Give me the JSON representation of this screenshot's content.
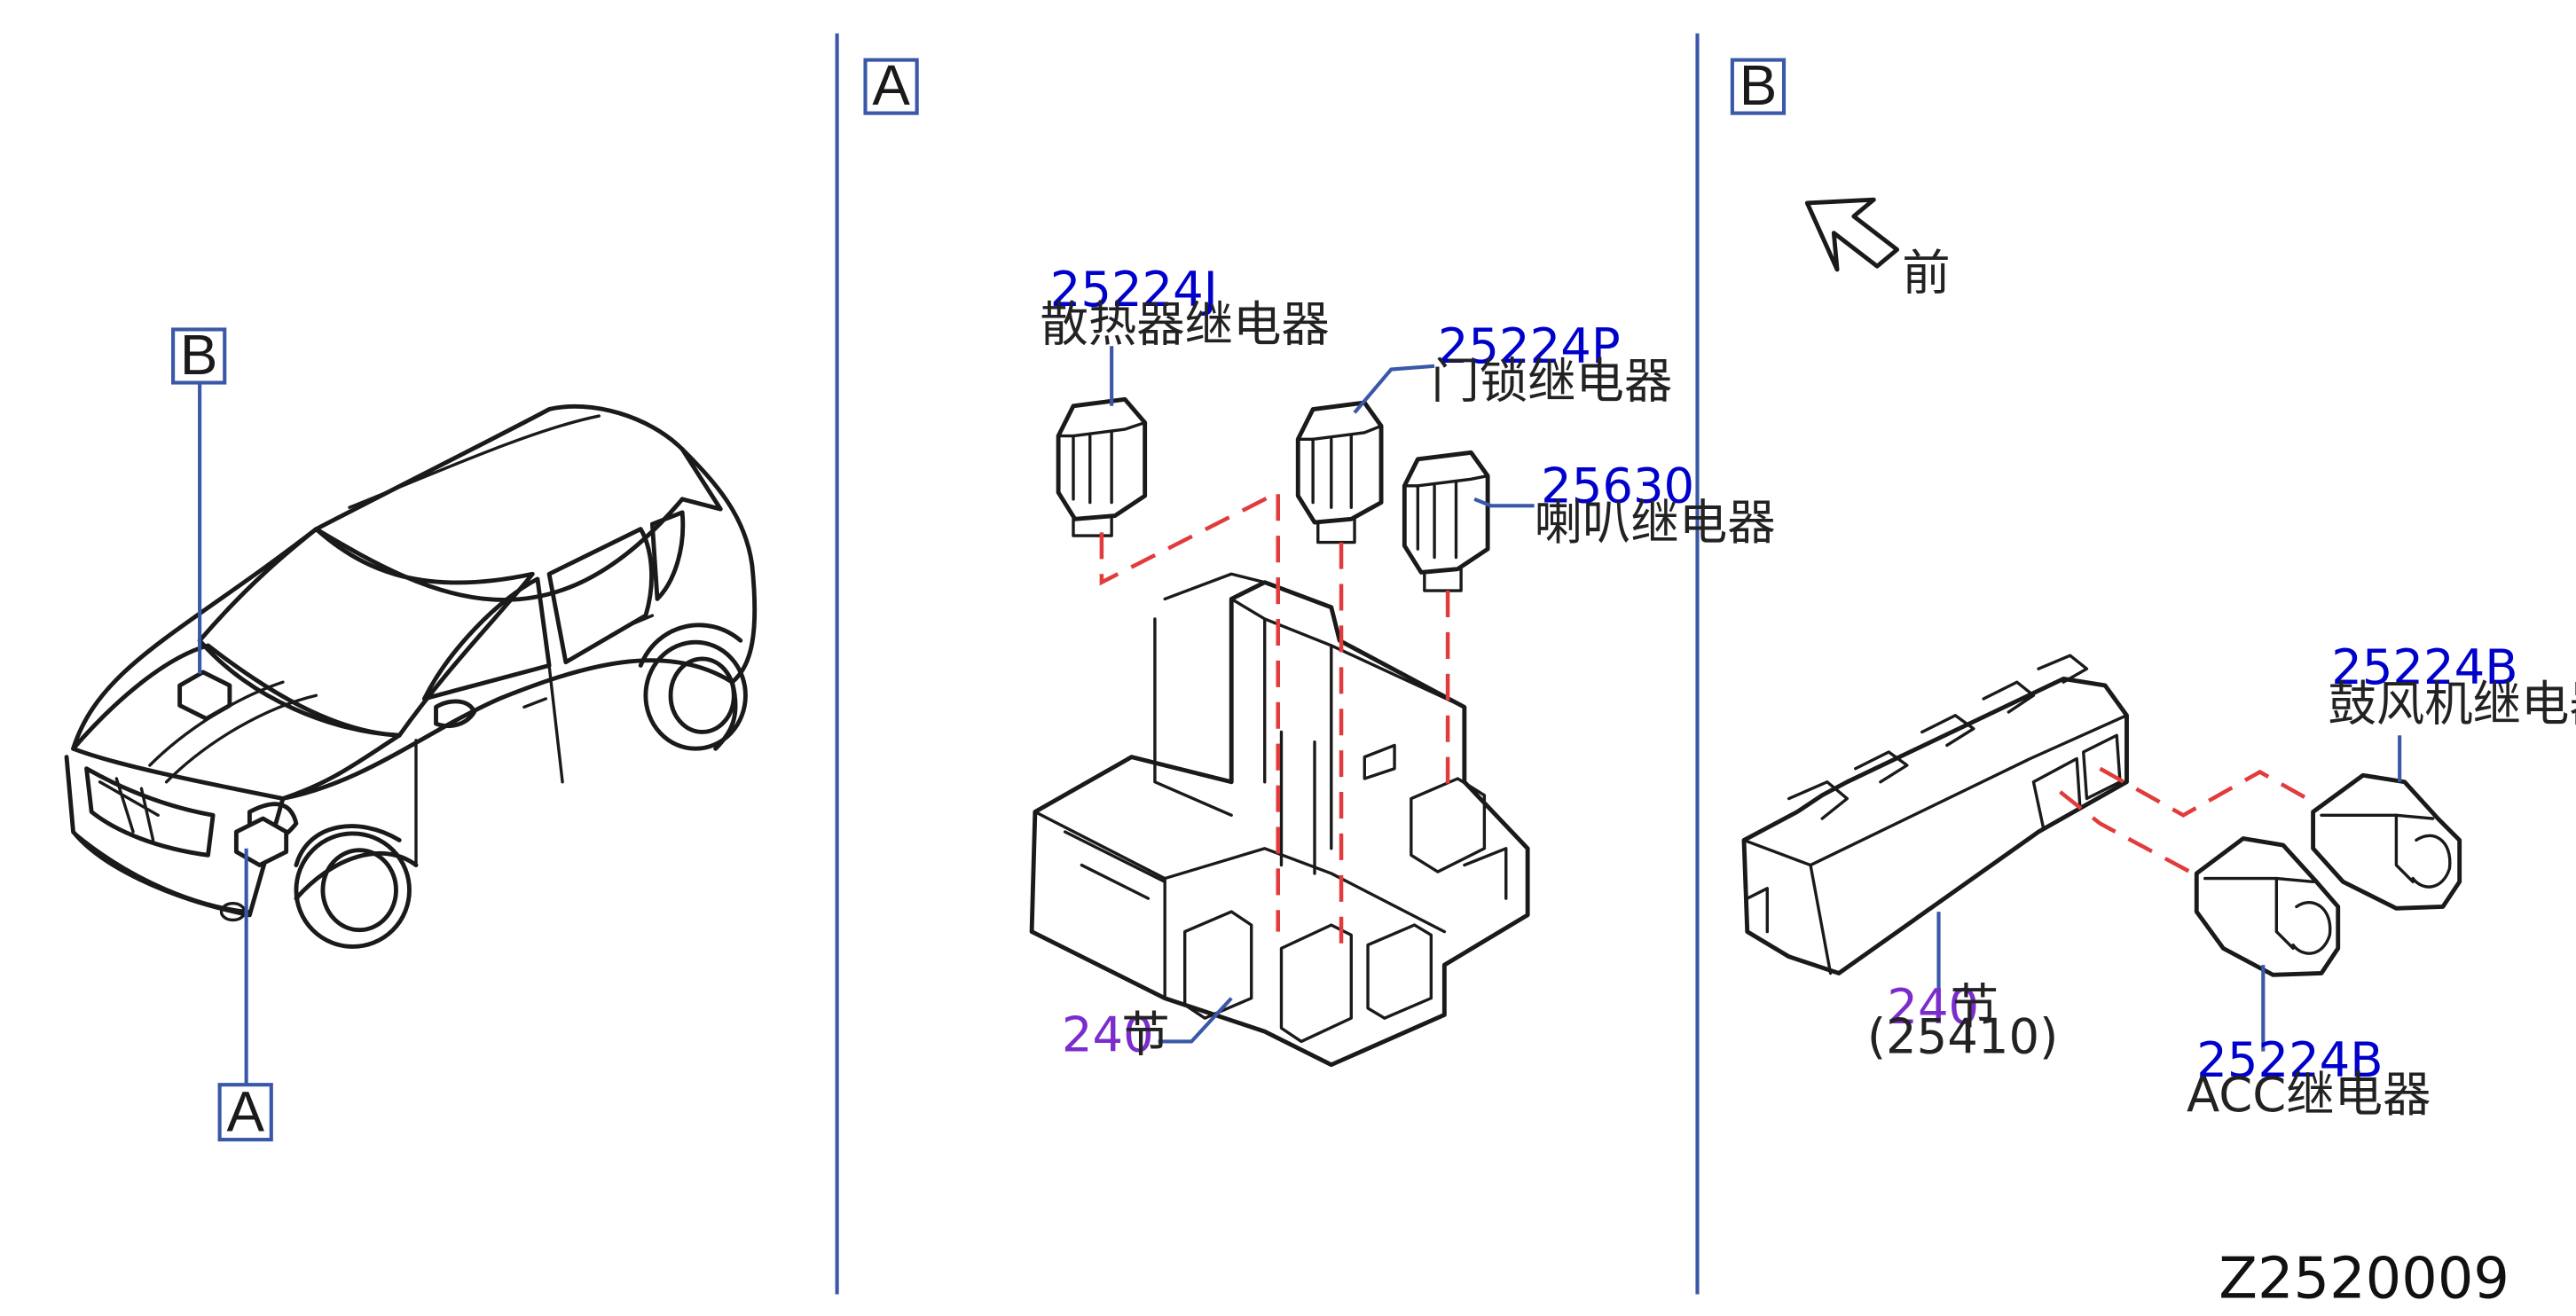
{
  "callouts": {
    "overview_b": "B",
    "overview_a": "A",
    "panel_a": "A",
    "panel_b": "B"
  },
  "front_label": "前",
  "panel_a": {
    "radiator_relay": {
      "code": "25224J",
      "name": "散热器继电器"
    },
    "door_lock_relay": {
      "code": "25224P",
      "name": "门锁继电器"
    },
    "horn_relay": {
      "code": "25630",
      "name": "喇叭继电器"
    },
    "block": {
      "section": "240",
      "unit": "节"
    }
  },
  "panel_b": {
    "blower_relay": {
      "code": "25224B",
      "name": "鼓风机继电器"
    },
    "acc_relay": {
      "code": "25224B",
      "name": "ACC继电器"
    },
    "block": {
      "section": "240",
      "unit": "节",
      "part": "(25410)"
    }
  },
  "drawing_code": "Z2520009",
  "colors": {
    "code_blue": "#0000cc",
    "section_purple": "#7a2ccc",
    "leader_blue": "#3a58a8",
    "dash_red": "#e23b3b"
  }
}
